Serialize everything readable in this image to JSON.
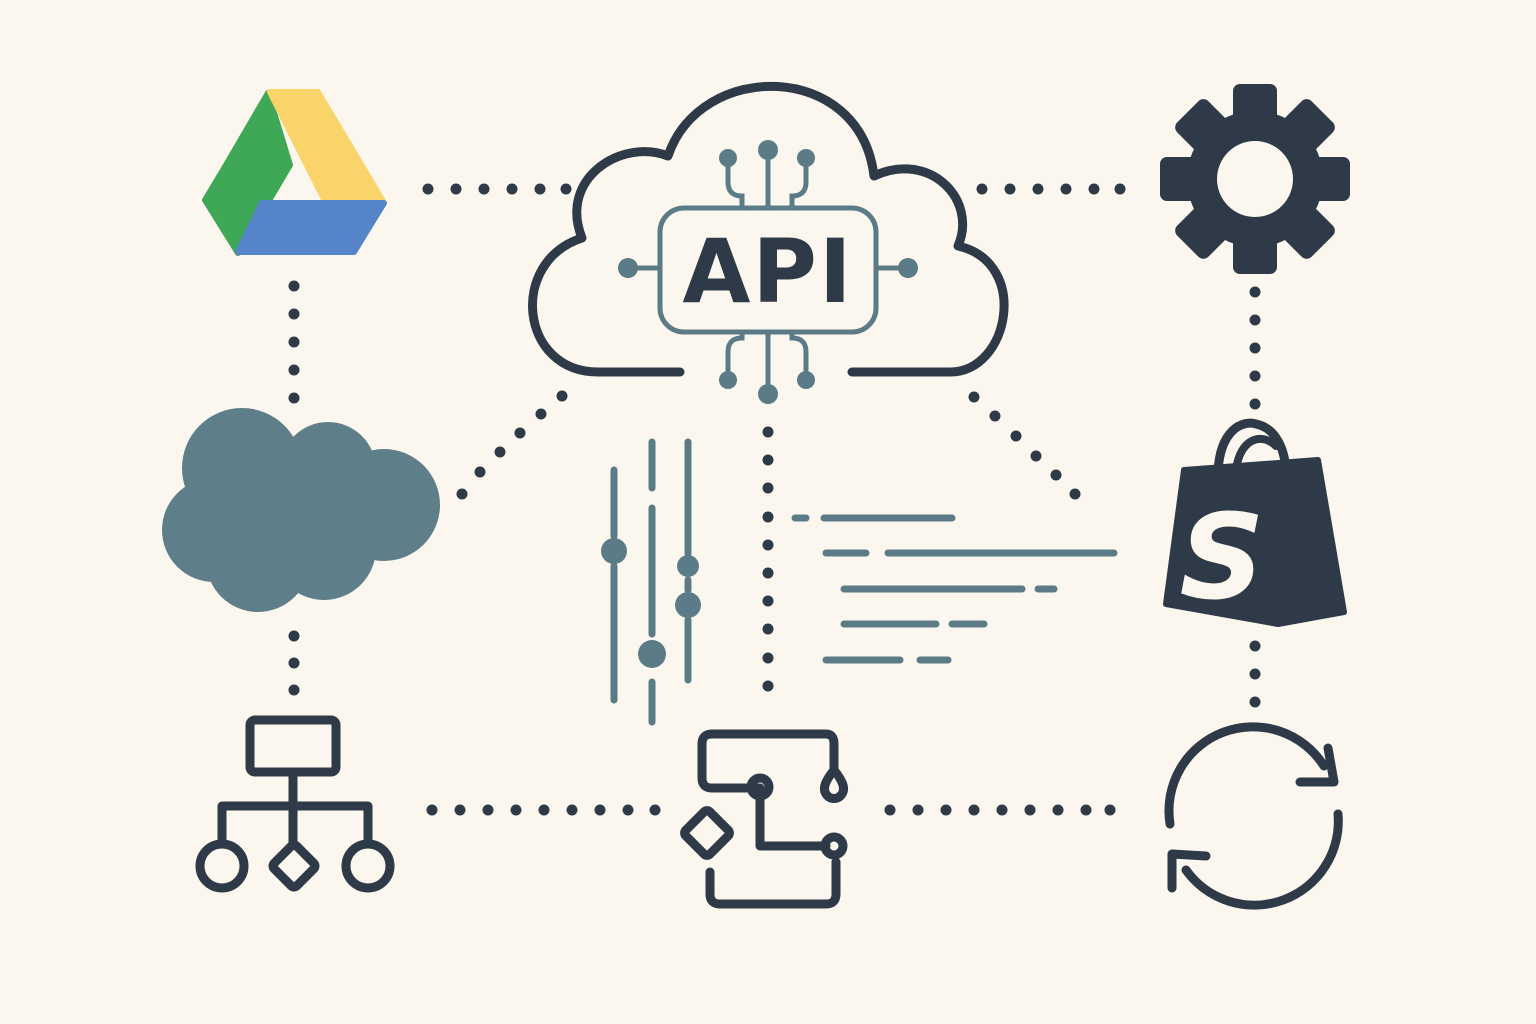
{
  "hub": {
    "label": "API"
  },
  "icons": {
    "google_drive": "google-drive-logo",
    "gear": "gear-icon",
    "cloud": "cloud-icon",
    "shopify_bag": "shopify-bag-icon",
    "shopify_letter": "S",
    "org_chart": "hierarchy-icon",
    "workflow": "workflow-icon",
    "sync": "sync-icon",
    "sliders": "sliders-icon",
    "code_lines": "code-lines-icon"
  },
  "colors": {
    "background": "#fcf7ee",
    "dark": "#2e3a48",
    "slate": "#5b7b86",
    "drive_green": "#3fa857",
    "drive_yellow": "#f9d46a",
    "drive_blue": "#5684c9",
    "cloud_fill": "#5e7f89"
  }
}
